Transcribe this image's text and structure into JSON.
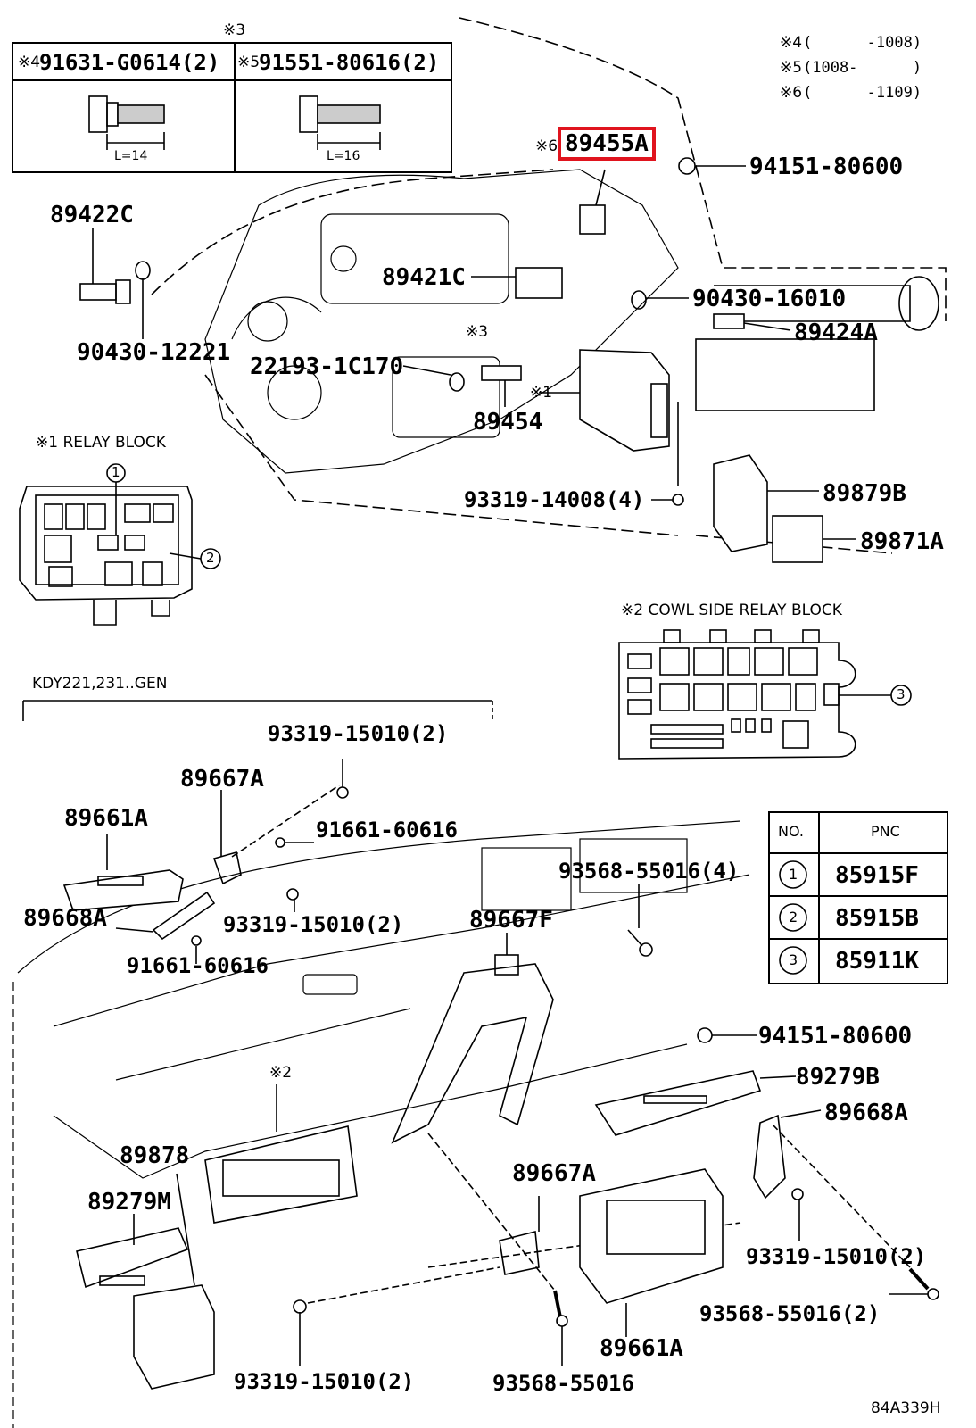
{
  "header_table": {
    "top_mark": "※3",
    "col1": {
      "mark": "※4",
      "part": "91631-G0614(2)",
      "length": "L=14"
    },
    "col2": {
      "mark": "※5",
      "part": "91551-80616(2)",
      "length": "L=16"
    }
  },
  "notes": [
    {
      "mark": "※4",
      "text": "(      -1008)"
    },
    {
      "mark": "※5",
      "text": "(1008-      )"
    },
    {
      "mark": "※6",
      "text": "(      -1109)"
    }
  ],
  "upper_labels": {
    "p89455a": {
      "mark": "※6",
      "text": "89455A"
    },
    "p94151_top": "94151-80600",
    "p89422c": "89422C",
    "p89421c": "89421C",
    "p90430_16010": "90430-16010",
    "p89424a": "89424A",
    "mark3": "※3",
    "p90430_12221": "90430-12221",
    "p22193": "22193-1C170",
    "mark1": "※1",
    "p89454": "89454",
    "p93319_14008": "93319-14008(4)",
    "p89879b": "89879B",
    "p89871a": "89871A"
  },
  "relay_block": {
    "title": "※1 RELAY BLOCK",
    "callouts": [
      "1",
      "2"
    ]
  },
  "cowl_block": {
    "title": "※2 COWL SIDE RELAY BLOCK",
    "callout": "3"
  },
  "section_title": "KDY221,231..GEN",
  "lower_labels": {
    "p93319_15010_a": "93319-15010(2)",
    "p89667a_top": "89667A",
    "p89661a_top": "89661A",
    "p91661_a": "91661-60616",
    "p93568_4": "93568-55016(4)",
    "p89668a_left": "89668A",
    "p93319_15010_b": "93319-15010(2)",
    "p89667f": "89667F",
    "p91661_b": "91661-60616",
    "p94151_low": "94151-80600",
    "p89279b": "89279B",
    "mark2": "※2",
    "p89668a_right": "89668A",
    "p89878": "89878",
    "p89667a_low": "89667A",
    "p89279m": "89279M",
    "p93319_15010_c": "93319-15010(2)",
    "p93568_2": "93568-55016(2)",
    "p89661a_low": "89661A",
    "p93319_15010_d": "93319-15010(2)",
    "p93568_1": "93568-55016"
  },
  "pnc_table": {
    "headers": [
      "NO.",
      "PNC"
    ],
    "rows": [
      {
        "no": "1",
        "pnc": "85915F"
      },
      {
        "no": "2",
        "pnc": "85915B"
      },
      {
        "no": "3",
        "pnc": "85911K"
      }
    ]
  },
  "diagram_code": "84A339H",
  "colors": {
    "highlight": "#e0141e",
    "ink": "#000000"
  }
}
